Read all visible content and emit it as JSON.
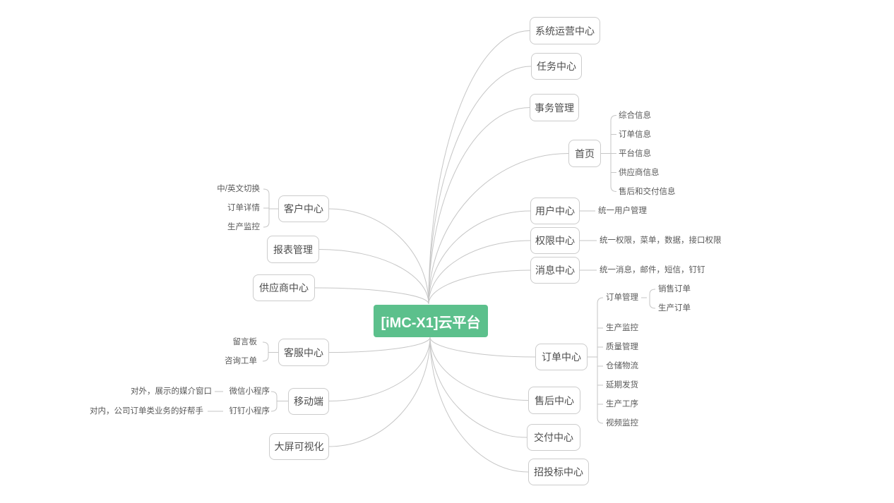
{
  "colors": {
    "root_bg": "#5cc08c",
    "root_text": "#ffffff",
    "line": "#c6c6c6",
    "box_border": "#cccccc",
    "box_text": "#4d4d4d",
    "leaf_text": "#595959",
    "background": "#ffffff"
  },
  "mindmap": {
    "root": {
      "label": "[iMC-X1]云平台"
    },
    "right": [
      {
        "label": "系统运营中心"
      },
      {
        "label": "任务中心"
      },
      {
        "label": "事务管理"
      },
      {
        "label": "首页",
        "children": [
          {
            "label": "综合信息"
          },
          {
            "label": "订单信息"
          },
          {
            "label": "平台信息"
          },
          {
            "label": "供应商信息"
          },
          {
            "label": "售后和交付信息"
          }
        ]
      },
      {
        "label": "用户中心",
        "children": [
          {
            "label": "统一用户管理"
          }
        ]
      },
      {
        "label": "权限中心",
        "children": [
          {
            "label": "统一权限，菜单，数据，接口权限"
          }
        ]
      },
      {
        "label": "消息中心",
        "children": [
          {
            "label": "统一消息，邮件，短信，钉钉"
          }
        ]
      },
      {
        "label": "订单中心",
        "children": [
          {
            "label": "订单管理",
            "children": [
              {
                "label": "销售订单"
              },
              {
                "label": "生产订单"
              }
            ]
          },
          {
            "label": "生产监控"
          },
          {
            "label": "质量管理"
          },
          {
            "label": "仓储物流"
          },
          {
            "label": "延期发货"
          },
          {
            "label": "生产工序"
          },
          {
            "label": "视频监控"
          }
        ]
      },
      {
        "label": "售后中心"
      },
      {
        "label": "交付中心"
      },
      {
        "label": "招投标中心"
      }
    ],
    "left": [
      {
        "label": "客户中心",
        "children": [
          {
            "label": "中/英文切换"
          },
          {
            "label": "订单详情"
          },
          {
            "label": "生产监控"
          }
        ]
      },
      {
        "label": "报表管理"
      },
      {
        "label": "供应商中心"
      },
      {
        "label": "客服中心",
        "children": [
          {
            "label": "留言板"
          },
          {
            "label": "咨询工单"
          }
        ]
      },
      {
        "label": "移动端",
        "children": [
          {
            "label": "微信小程序",
            "children": [
              {
                "label": "对外，展示的媒介窗口"
              }
            ]
          },
          {
            "label": "钉钉小程序",
            "children": [
              {
                "label": "对内，公司订单类业务的好帮手"
              }
            ]
          }
        ]
      },
      {
        "label": "大屏可视化"
      }
    ]
  }
}
